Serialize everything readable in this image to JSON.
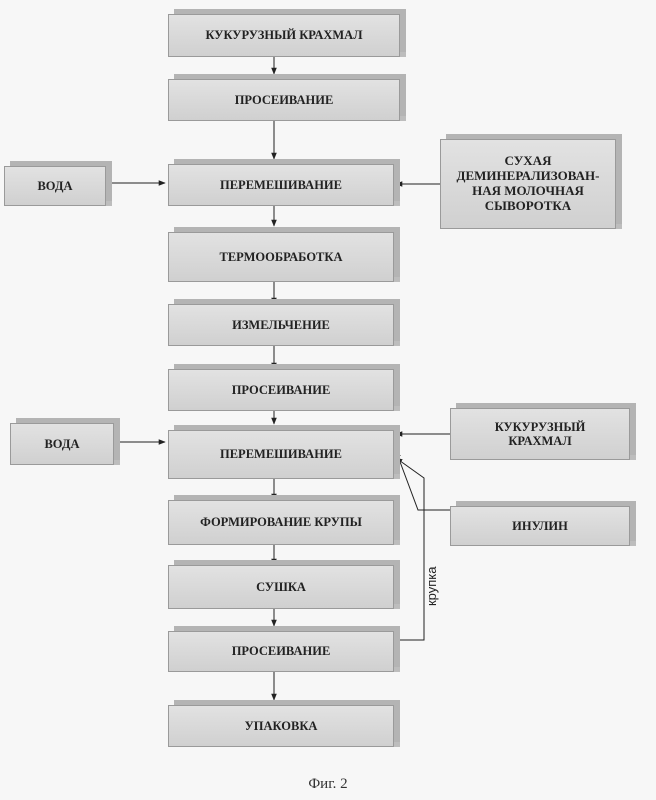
{
  "diagram": {
    "steps": {
      "corn_starch": "КУКУРУЗНЫЙ КРАХМАЛ",
      "sifting_1": "ПРОСЕИВАНИЕ",
      "mixing_1": "ПЕРЕМЕШИВАНИЕ",
      "heat_treatment": "ТЕРМООБРАБОТКА",
      "grinding": "ИЗМЕЛЬЧЕНИЕ",
      "sifting_2": "ПРОСЕИВАНИЕ",
      "mixing_2": "ПЕРЕМЕШИВАНИЕ",
      "forming_grits": "ФОРМИРОВАНИЕ КРУПЫ",
      "drying": "СУШКА",
      "sifting_3": "ПРОСЕИВАНИЕ",
      "packaging": "УПАКОВКА"
    },
    "inputs": {
      "water_1": "ВОДА",
      "whey": [
        "СУХАЯ",
        "ДЕМИНЕРАЛИЗОВАН-",
        "НАЯ МОЛОЧНАЯ",
        "СЫВОРОТКА"
      ],
      "water_2": "ВОДА",
      "corn_starch_2": [
        "КУКУРУЗНЫЙ",
        "КРАХМАЛ"
      ],
      "inulin": "ИНУЛИН"
    },
    "recycle_label": "крупка"
  },
  "caption": "Фиг. 2"
}
